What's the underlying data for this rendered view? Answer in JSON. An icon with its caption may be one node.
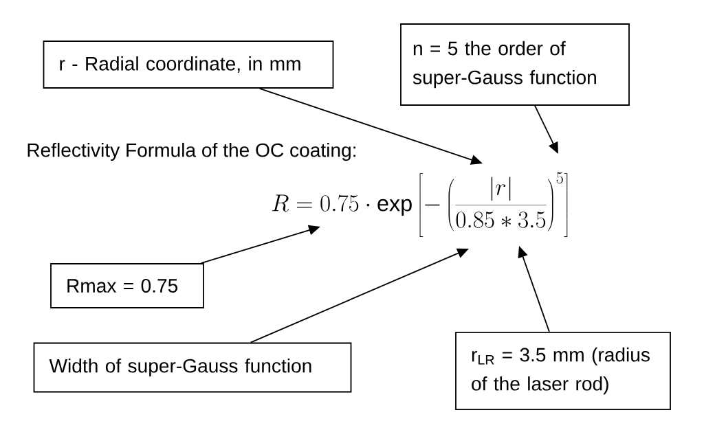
{
  "diagram": {
    "nodes": [
      {
        "text": [
          "r - Radial coordinate, in mm"
        ]
      },
      {
        "text": [
          "n = 5 the order of super-Gauss function"
        ]
      },
      {
        "text": [
          "Rmax = 0.75"
        ]
      },
      {
        "text": [
          "Width of super-Gauss function"
        ]
      },
      {
        "text": [
          "r$_{LR}$ = 3.5 mm (radius of the laser rod)"
        ]
      },
      {
        "text": [
          "R = 0.75 \\cdot \\exp\\left[-\\left(\\frac{|r|}{0.85*3.5}\\right)^{5}\\right]"
        ]
      }
    ],
    "edges": [
      {
        "from": 0,
        "to": 5,
        "arrow": "to"
      },
      {
        "from": 1,
        "to": 5,
        "arrow": "to"
      },
      {
        "from": 2,
        "to": 5,
        "arrow": "to"
      },
      {
        "from": 3,
        "to": 5,
        "arrow": "to"
      },
      {
        "from": 4,
        "to": 5,
        "arrow": "to"
      }
    ],
    "labels": [
      "Reflectivity Formula of the OC coating:"
    ]
  }
}
